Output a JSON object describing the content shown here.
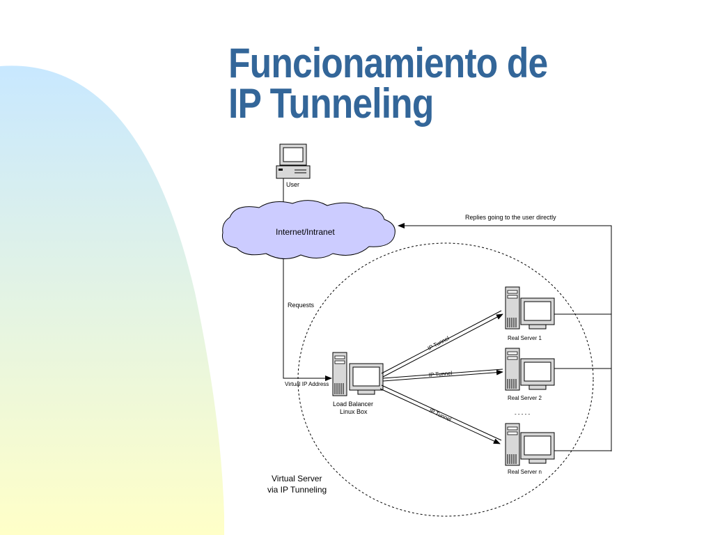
{
  "slide": {
    "title_line1": "Funcionamiento de",
    "title_line2": "IP Tunneling",
    "colors": {
      "title": "#336699",
      "cloud_fill": "#ccccff",
      "background_gradient_top": "#c8e8ff",
      "background_gradient_bottom": "#ffffc8"
    }
  },
  "diagram": {
    "user_label": "User",
    "cloud_label": "Internet/Intranet",
    "replies_label": "Replies going to the user directly",
    "requests_label": "Requests",
    "virtual_ip_label": "Virtual IP Address",
    "load_balancer_line1": "Load Balancer",
    "load_balancer_line2": "Linux Box",
    "tunnel_label_1": "IP Tunnel",
    "tunnel_label_2": "IP Tunnel",
    "tunnel_label_3": "IP Tunnel",
    "server_1_label": "Real Server 1",
    "server_2_label": "Real Server 2",
    "server_ellipsis": "- - - - -",
    "server_n_label": "Real Server n",
    "caption_line1": "Virtual Server",
    "caption_line2": "via IP Tunneling"
  }
}
